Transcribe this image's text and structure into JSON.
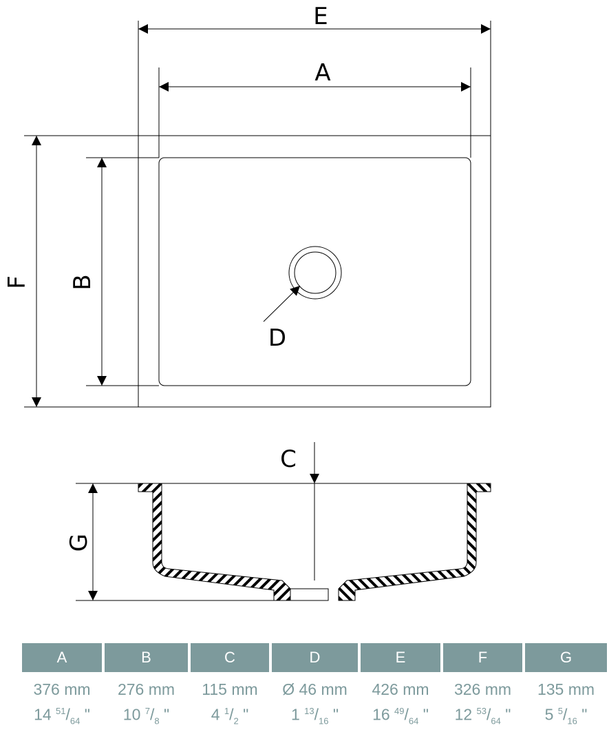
{
  "labels": {
    "A": "A",
    "B": "B",
    "C": "C",
    "D": "D",
    "E": "E",
    "F": "F",
    "G": "G"
  },
  "table": {
    "columns": [
      {
        "header": "A",
        "mm": "376 mm",
        "inch_whole": "14",
        "inch_num": "51",
        "inch_den": "64"
      },
      {
        "header": "B",
        "mm": "276 mm",
        "inch_whole": "10",
        "inch_num": "7",
        "inch_den": "8"
      },
      {
        "header": "C",
        "mm": "115 mm",
        "inch_whole": "4",
        "inch_num": "1",
        "inch_den": "2"
      },
      {
        "header": "D",
        "mm": "Ø 46 mm",
        "inch_whole": "1",
        "inch_num": "13",
        "inch_den": "16"
      },
      {
        "header": "E",
        "mm": "426 mm",
        "inch_whole": "16",
        "inch_num": "49",
        "inch_den": "64"
      },
      {
        "header": "F",
        "mm": "326 mm",
        "inch_whole": "12",
        "inch_num": "53",
        "inch_den": "64"
      },
      {
        "header": "G",
        "mm": "135 mm",
        "inch_whole": "5",
        "inch_num": "5",
        "inch_den": "16"
      }
    ],
    "inch_mark": "\""
  },
  "colors": {
    "accent": "#7d9a9c"
  }
}
